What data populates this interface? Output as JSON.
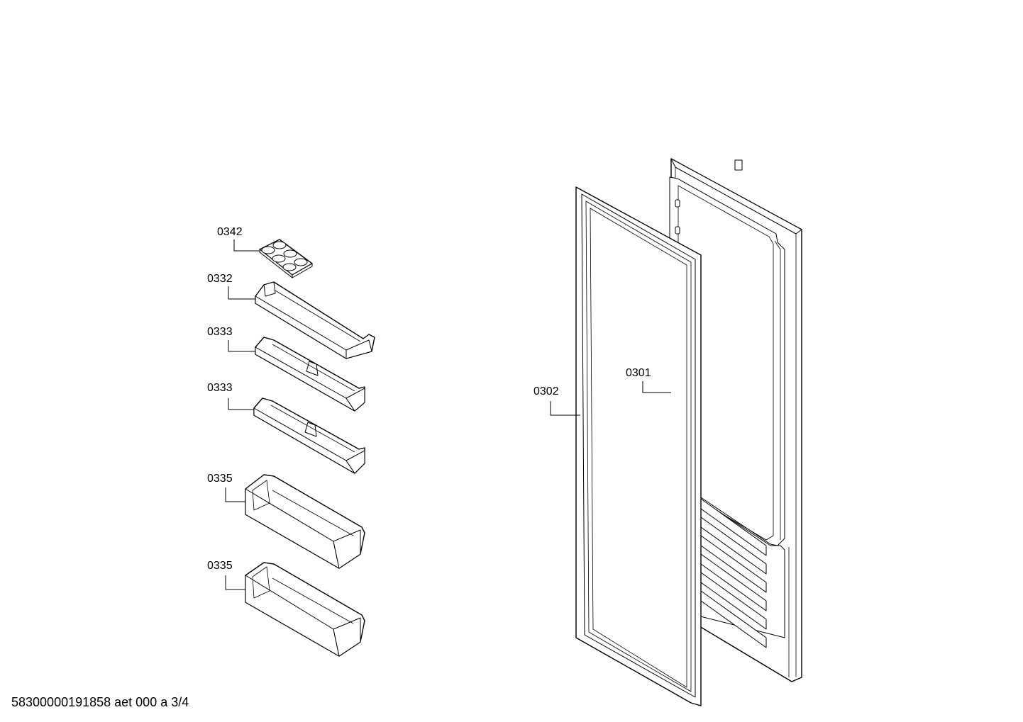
{
  "parts": [
    {
      "id": "egg-tray",
      "label": "0342"
    },
    {
      "id": "door-shelf-1",
      "label": "0332"
    },
    {
      "id": "door-shelf-2",
      "label": "0333"
    },
    {
      "id": "door-shelf-3",
      "label": "0333"
    },
    {
      "id": "bottle-shelf-1",
      "label": "0335"
    },
    {
      "id": "bottle-shelf-2",
      "label": "0335"
    },
    {
      "id": "door-gasket",
      "label": "0302"
    },
    {
      "id": "door-inner-liner",
      "label": "0301"
    }
  ],
  "footer": {
    "drawing_id": "58300000191858 aet 000 a 3/4"
  }
}
